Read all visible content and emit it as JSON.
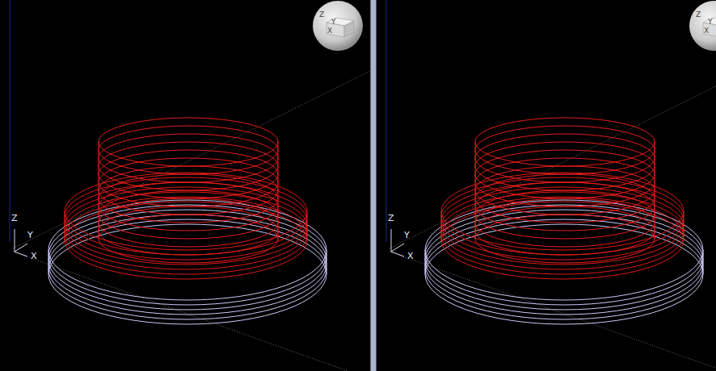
{
  "diagram": {
    "labels": [
      "Z",
      "Y",
      "X",
      "Z",
      "Y",
      "X",
      "Z",
      "Y",
      "X",
      "Z",
      "Y",
      "X"
    ]
  }
}
